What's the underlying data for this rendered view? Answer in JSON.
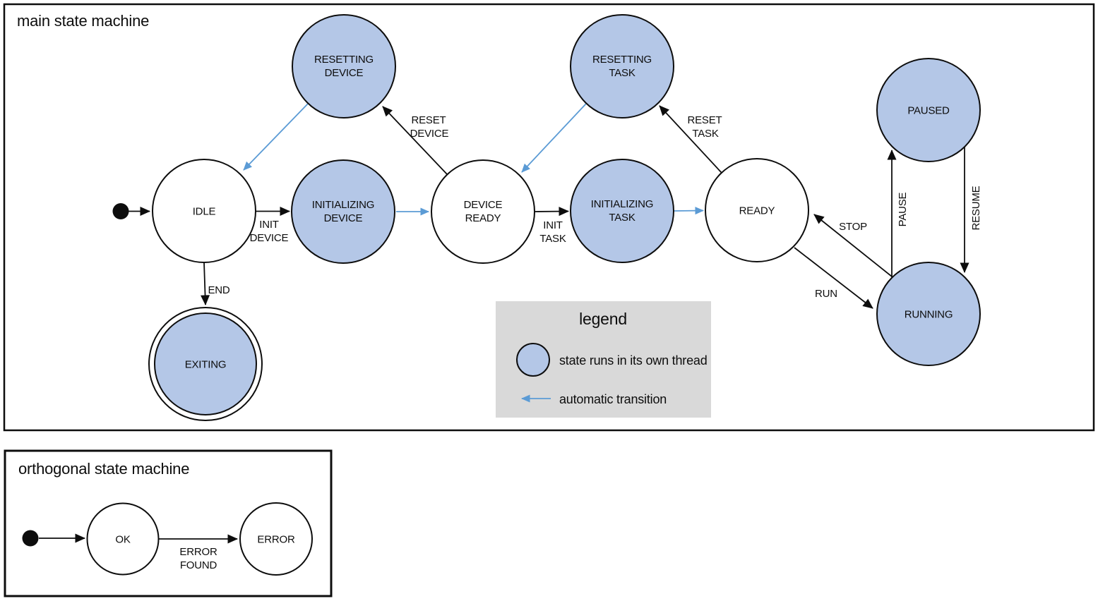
{
  "colors": {
    "thread_fill": "#b4c7e7",
    "auto_blue": "#5b9bd5",
    "legend_bg": "#d9d9d9",
    "ink": "#0d0d0d"
  },
  "main": {
    "title": "main state machine",
    "states": {
      "idle": {
        "label": "IDLE"
      },
      "initializing_device": {
        "lines": [
          "INITIALIZING",
          "DEVICE"
        ]
      },
      "device_ready": {
        "lines": [
          "DEVICE",
          "READY"
        ]
      },
      "initializing_task": {
        "lines": [
          "INITIALIZING",
          "TASK"
        ]
      },
      "ready": {
        "label": "READY"
      },
      "resetting_device": {
        "lines": [
          "RESETTING",
          "DEVICE"
        ]
      },
      "resetting_task": {
        "lines": [
          "RESETTING",
          "TASK"
        ]
      },
      "paused": {
        "label": "PAUSED"
      },
      "running": {
        "label": "RUNNING"
      },
      "exiting": {
        "label": "EXITING"
      }
    },
    "transitions": {
      "init_device": {
        "lines": [
          "INIT",
          "DEVICE"
        ]
      },
      "init_task": {
        "lines": [
          "INIT",
          "TASK"
        ]
      },
      "reset_device": {
        "lines": [
          "RESET",
          "DEVICE"
        ]
      },
      "reset_task": {
        "lines": [
          "RESET",
          "TASK"
        ]
      },
      "end": {
        "label": "END"
      },
      "stop": {
        "label": "STOP"
      },
      "run": {
        "label": "RUN"
      },
      "pause": {
        "label": "PAUSE"
      },
      "resume": {
        "label": "RESUME"
      }
    }
  },
  "legend": {
    "title": "legend",
    "thread_item": "state runs in its own thread",
    "auto_item": "automatic transition"
  },
  "orthogonal": {
    "title": "orthogonal state machine",
    "states": {
      "ok": {
        "label": "OK"
      },
      "error": {
        "label": "ERROR"
      }
    },
    "transitions": {
      "error_found": {
        "lines": [
          "ERROR",
          "FOUND"
        ]
      }
    }
  }
}
